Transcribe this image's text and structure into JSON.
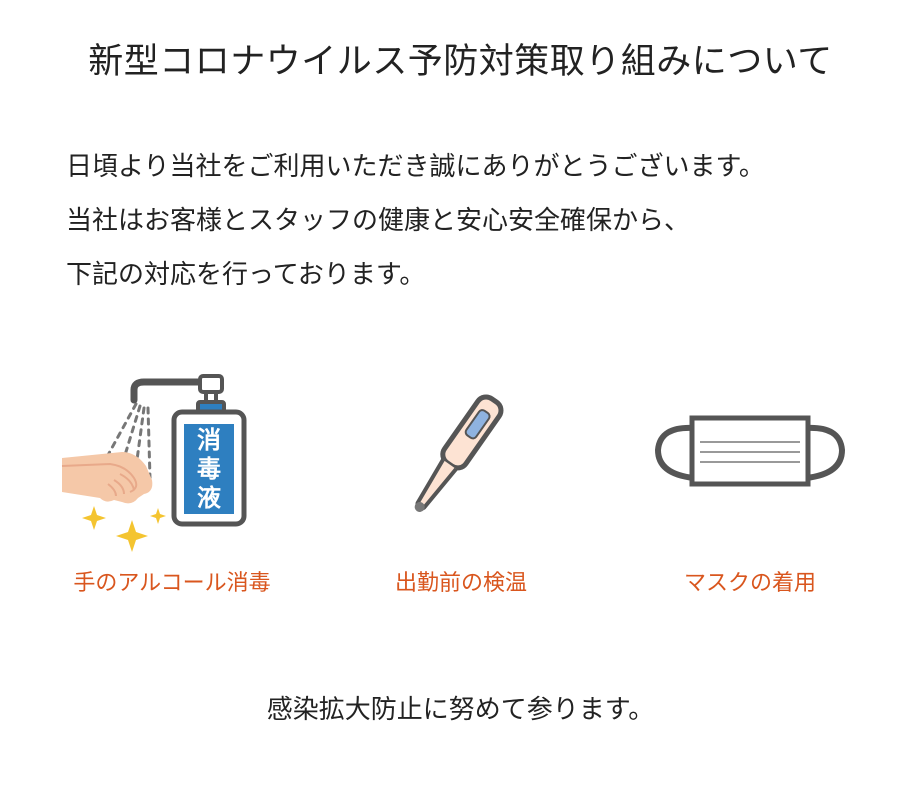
{
  "title": "新型コロナウイルス予防対策取り組みについて",
  "intro": {
    "lines": [
      "日頃より当社をご利用いただき誠にありがとうございます。",
      "当社はお客様とスタッフの健康と安心安全確保から、",
      "下記の対応を行っております。"
    ]
  },
  "measures": [
    {
      "label": "手のアルコール消毒",
      "icon": "hand-sanitizer-icon",
      "bottle_text": [
        "消",
        "毒",
        "液"
      ]
    },
    {
      "label": "出勤前の検温",
      "icon": "thermometer-icon"
    },
    {
      "label": "マスクの着用",
      "icon": "face-mask-icon"
    }
  ],
  "closing": "感染拡大防止に努めて参ります。",
  "colors": {
    "text": "#222222",
    "caption": "#d9561e",
    "bottle_label": "#2e7fc0",
    "icon_outline": "#555555",
    "skin": "#f5c8a8",
    "sparkle": "#f4c430"
  }
}
